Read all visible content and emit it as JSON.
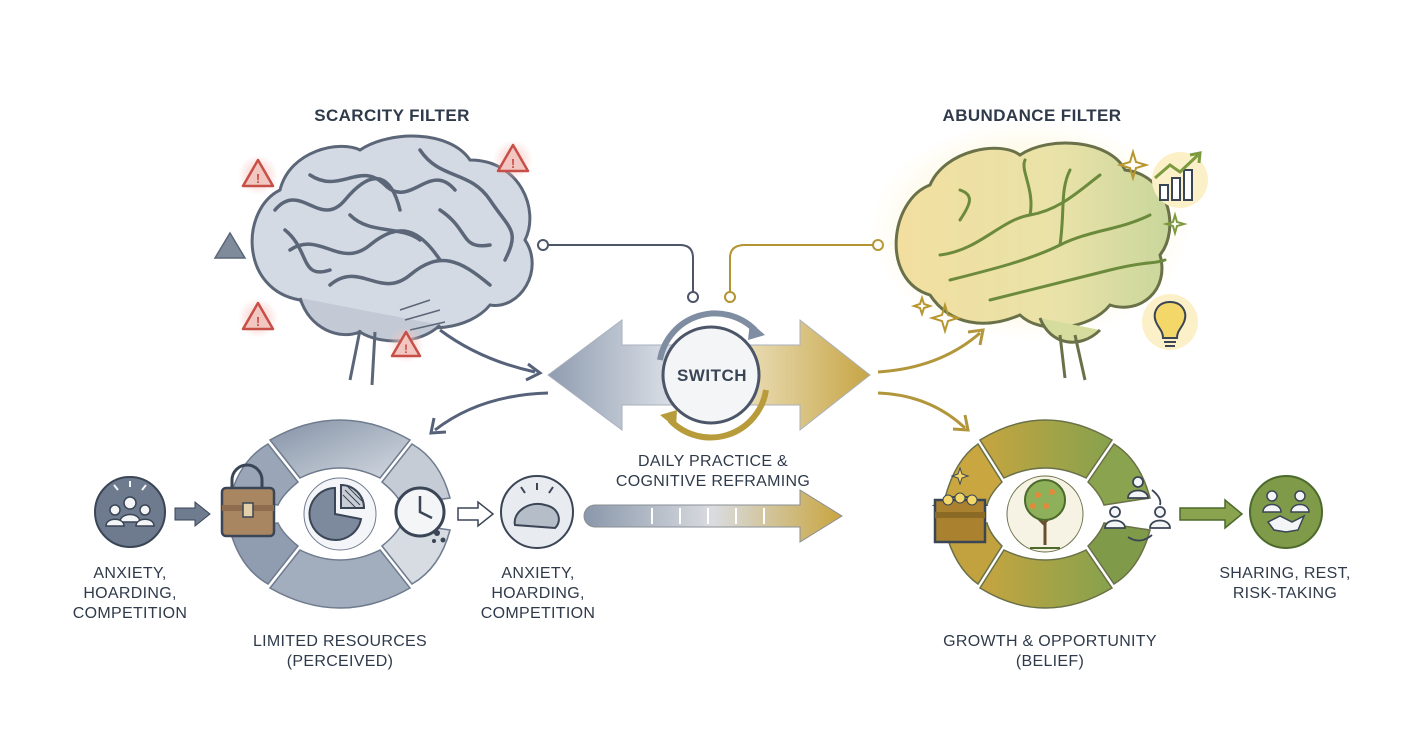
{
  "scarcity": {
    "title": "SCARCITY FILTER",
    "left_label": [
      "ANXIETY,",
      "HOARDING,",
      "COMPETITION"
    ],
    "right_label": [
      "ANXIETY,",
      "HOARDING,",
      "COMPETITION"
    ],
    "cycle_label": [
      "LIMITED RESOURCES",
      "(PERCEIVED)"
    ]
  },
  "abundance": {
    "title": "ABUNDANCE FILTER",
    "outcome_label": [
      "SHARING, REST,",
      "RISK-TAKING"
    ],
    "cycle_label": [
      "GROWTH & OPPORTUNITY",
      "(BELIEF)"
    ]
  },
  "center": {
    "switch_label": "SWITCH",
    "practice_label": [
      "DAILY PRACTICE &",
      "COGNITIVE REFRAMING"
    ]
  },
  "colors": {
    "scarcity_blue": "#8795aa",
    "scarcity_light": "#c9d1dc",
    "abundance_gold": "#c9a94a",
    "abundance_green": "#8aa34e",
    "warning_red": "#d9605a",
    "ink": "#3a4556"
  },
  "icons": [
    "warning-icon",
    "padlock-icon",
    "pie-chart-icon",
    "clock-icon",
    "people-icon",
    "stone-icon",
    "treasure-chest-icon",
    "tree-icon",
    "exchange-people-icon",
    "handshake-icon",
    "growth-chart-icon",
    "lightbulb-icon",
    "sparkle-icon"
  ]
}
